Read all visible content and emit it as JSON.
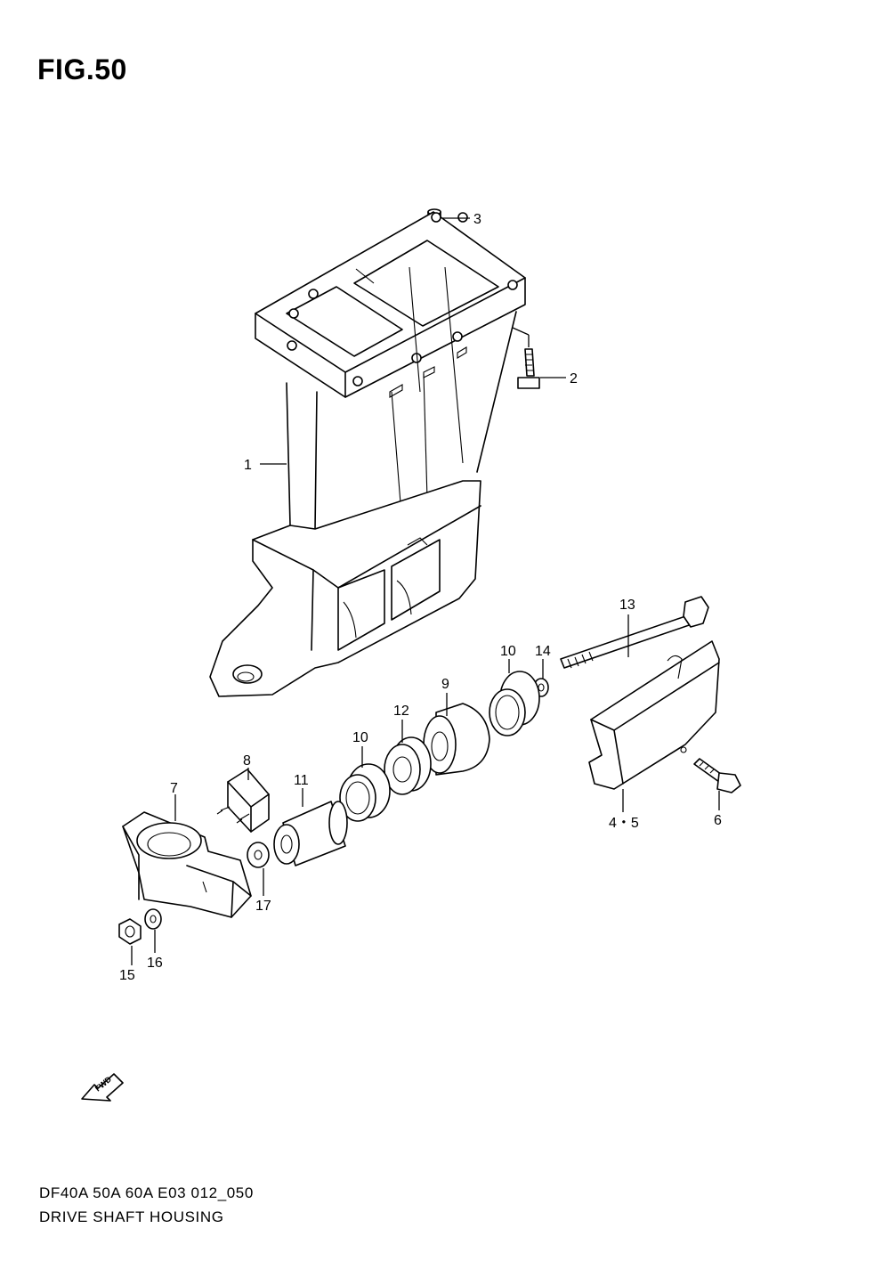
{
  "figure": {
    "title": "FIG.50",
    "footer_code": "DF40A 50A 60A E03 012_050",
    "footer_name": "DRIVE SHAFT HOUSING",
    "fwd_label": "FWD"
  },
  "callouts": [
    {
      "id": "c1",
      "label": "1"
    },
    {
      "id": "c2",
      "label": "2"
    },
    {
      "id": "c3",
      "label": "3"
    },
    {
      "id": "c45",
      "label": "4・5"
    },
    {
      "id": "c6",
      "label": "6"
    },
    {
      "id": "c7",
      "label": "7"
    },
    {
      "id": "c8",
      "label": "8"
    },
    {
      "id": "c9",
      "label": "9"
    },
    {
      "id": "c10a",
      "label": "10"
    },
    {
      "id": "c10b",
      "label": "10"
    },
    {
      "id": "c11",
      "label": "11"
    },
    {
      "id": "c12",
      "label": "12"
    },
    {
      "id": "c13",
      "label": "13"
    },
    {
      "id": "c14",
      "label": "14"
    },
    {
      "id": "c15",
      "label": "15"
    },
    {
      "id": "c16",
      "label": "16"
    },
    {
      "id": "c17",
      "label": "17"
    }
  ]
}
